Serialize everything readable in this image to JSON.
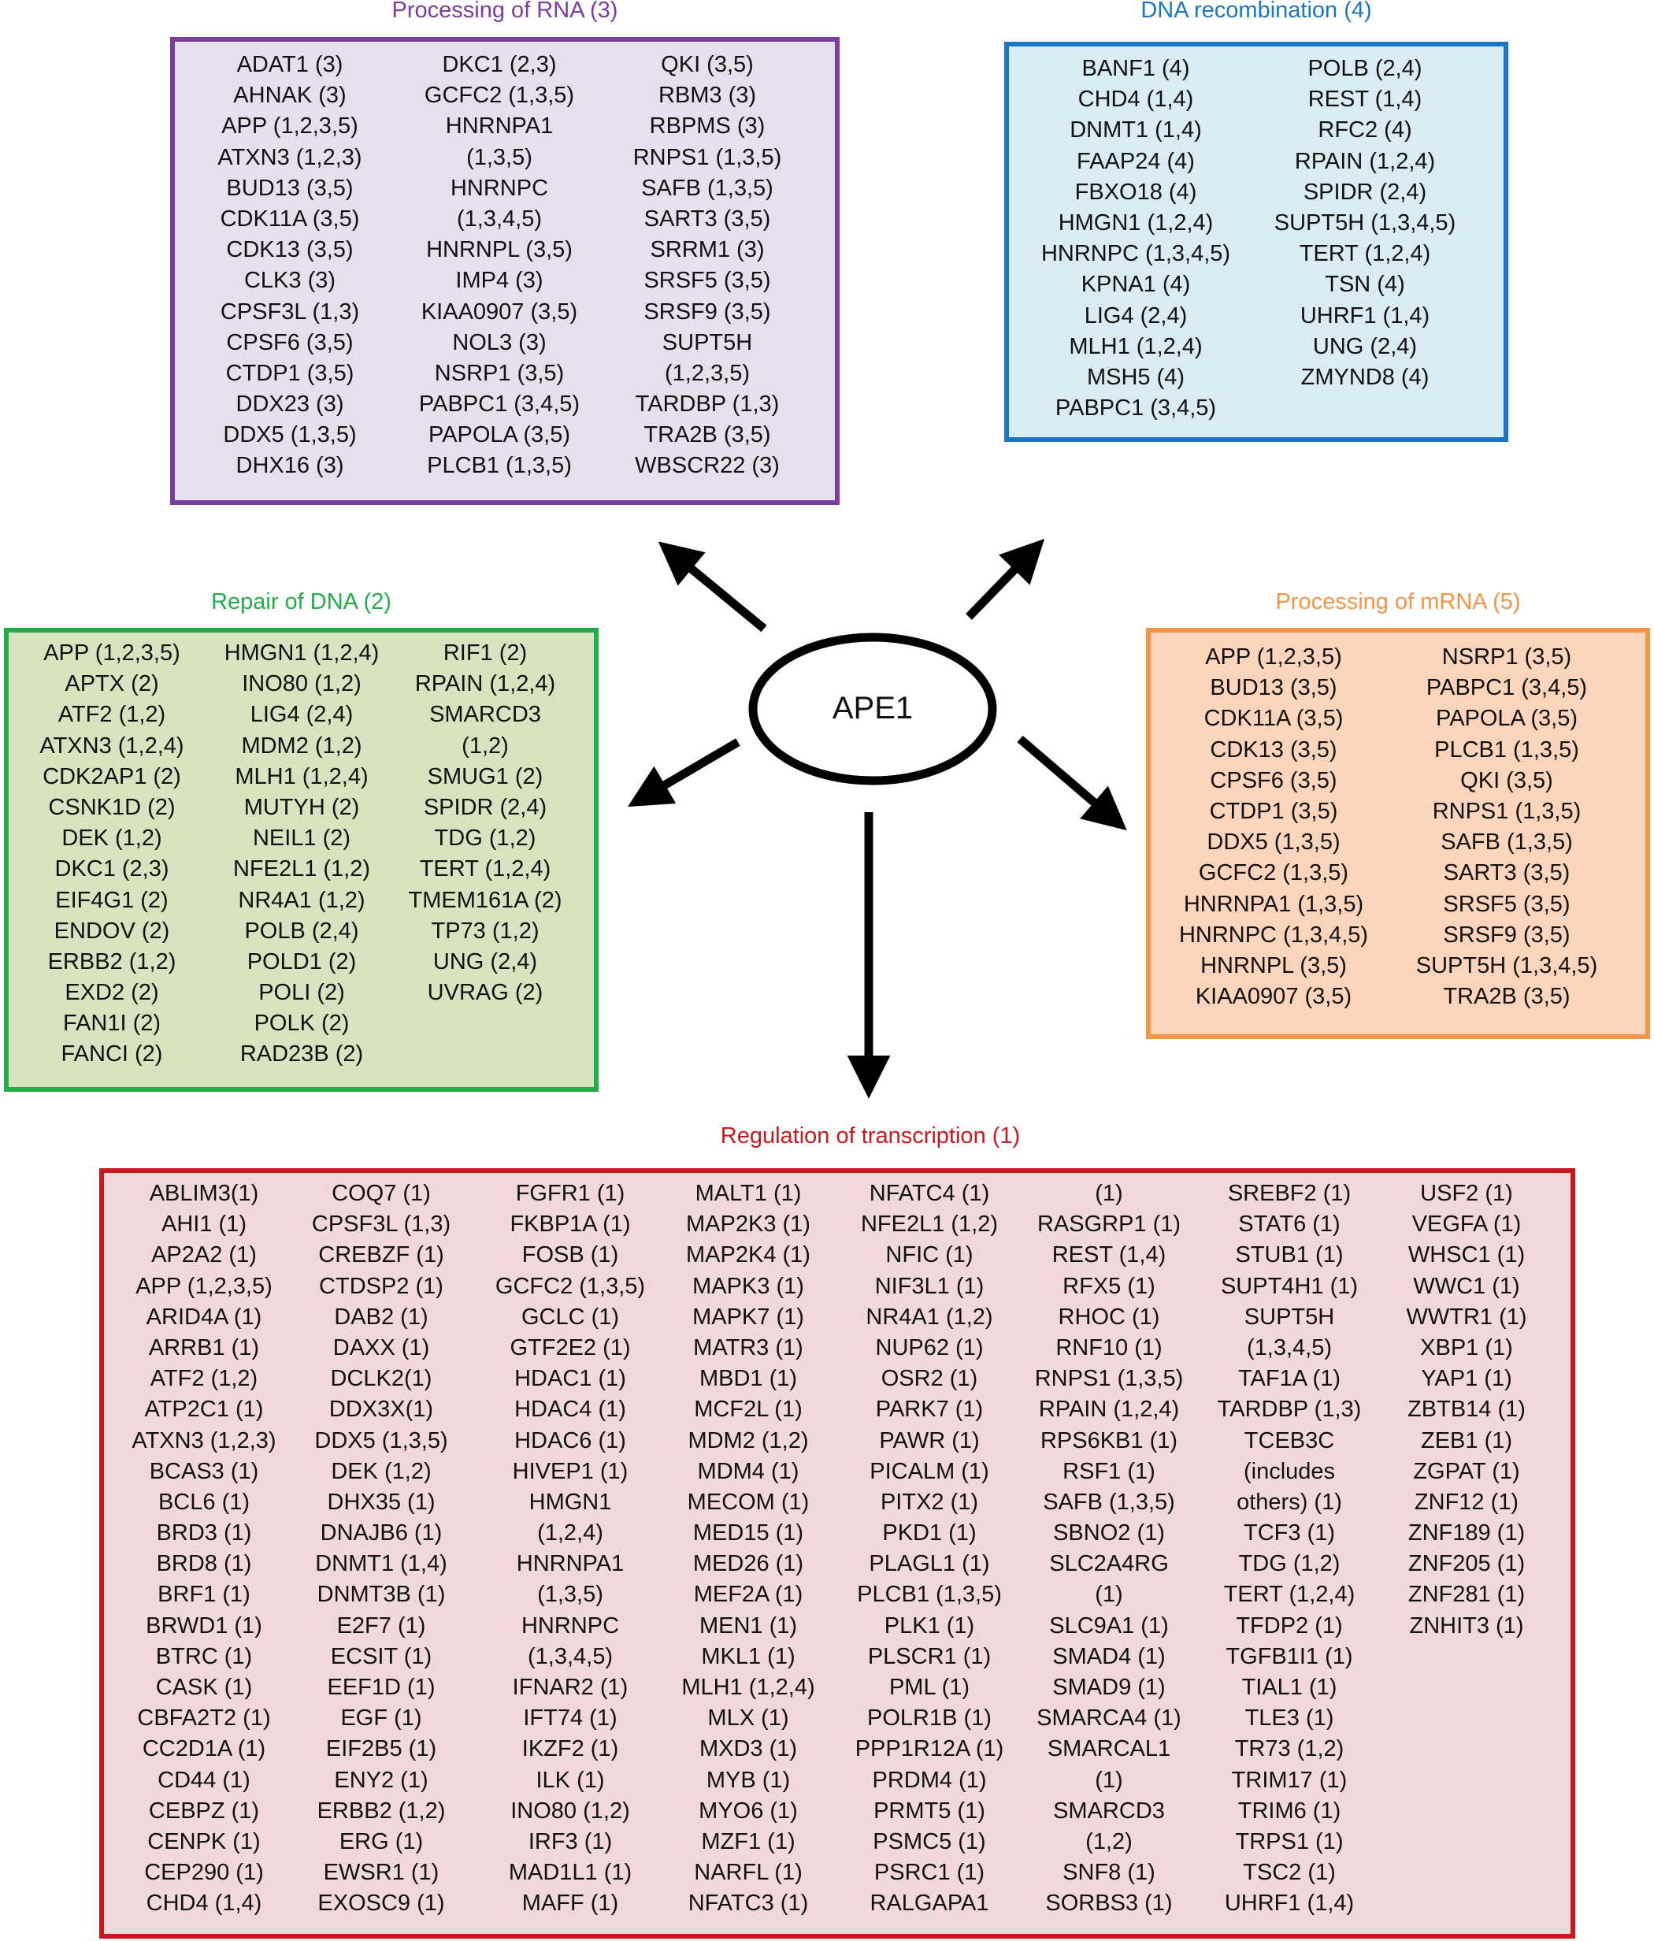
{
  "center": {
    "label": "APE1"
  },
  "colors": {
    "rna": "#7c3ba0",
    "rna_bg": "#e6dfee",
    "recomb": "#1a76c2",
    "recomb_bg": "#d9ecf3",
    "repair": "#21ad4a",
    "repair_bg": "#d8e4c0",
    "mrna": "#f59445",
    "mrna_bg": "#fbd5bb",
    "transc": "#c8181d",
    "transc_bg": "#f1d8da"
  },
  "boxes": {
    "rna": {
      "title": "Processing of RNA (3)",
      "columns": [
        [
          "ADAT1 (3)",
          "AHNAK (3)",
          "APP (1,2,3,5)",
          "ATXN3 (1,2,3)",
          "BUD13 (3,5)",
          "CDK11A (3,5)",
          "CDK13 (3,5)",
          "CLK3 (3)",
          "CPSF3L (1,3)",
          "CPSF6 (3,5)",
          "CTDP1 (3,5)",
          "DDX23 (3)",
          "DDX5 (1,3,5)",
          "DHX16 (3)"
        ],
        [
          "DKC1 (2,3)",
          "GCFC2 (1,3,5)",
          "HNRNPA1",
          "(1,3,5)",
          "HNRNPC",
          "(1,3,4,5)",
          "HNRNPL (3,5)",
          "IMP4 (3)",
          "KIAA0907 (3,5)",
          "NOL3 (3)",
          "NSRP1 (3,5)",
          "PABPC1 (3,4,5)",
          "PAPOLA (3,5)",
          "PLCB1 (1,3,5)"
        ],
        [
          "QKI (3,5)",
          "RBM3 (3)",
          "RBPMS (3)",
          "RNPS1 (1,3,5)",
          "SAFB (1,3,5)",
          "SART3 (3,5)",
          "SRRM1 (3)",
          "SRSF5 (3,5)",
          "SRSF9 (3,5)",
          "SUPT5H",
          "(1,2,3,5)",
          "TARDBP (1,3)",
          "TRA2B (3,5)",
          "WBSCR22 (3)"
        ]
      ]
    },
    "recomb": {
      "title": "DNA recombination (4)",
      "columns": [
        [
          "BANF1 (4)",
          "CHD4 (1,4)",
          "DNMT1 (1,4)",
          "FAAP24 (4)",
          "FBXO18 (4)",
          "HMGN1 (1,2,4)",
          "HNRNPC (1,3,4,5)",
          "KPNA1 (4)",
          "LIG4 (2,4)",
          "MLH1 (1,2,4)",
          "MSH5 (4)",
          "PABPC1 (3,4,5)"
        ],
        [
          "POLB (2,4)",
          "REST (1,4)",
          "RFC2 (4)",
          "RPAIN (1,2,4)",
          "SPIDR (2,4)",
          "SUPT5H (1,3,4,5)",
          "TERT (1,2,4)",
          "TSN (4)",
          "UHRF1 (1,4)",
          "UNG (2,4)",
          "ZMYND8 (4)"
        ]
      ]
    },
    "repair": {
      "title": "Repair of DNA (2)",
      "columns": [
        [
          "APP (1,2,3,5)",
          "APTX (2)",
          "ATF2 (1,2)",
          "ATXN3 (1,2,4)",
          "CDK2AP1 (2)",
          "CSNK1D (2)",
          "DEK (1,2)",
          "DKC1 (2,3)",
          "EIF4G1 (2)",
          "ENDOV (2)",
          "ERBB2 (1,2)",
          "EXD2 (2)",
          "FAN1I (2)",
          "FANCI (2)"
        ],
        [
          "HMGN1 (1,2,4)",
          "INO80 (1,2)",
          "LIG4 (2,4)",
          "MDM2 (1,2)",
          "MLH1 (1,2,4)",
          "MUTYH (2)",
          "NEIL1 (2)",
          "NFE2L1 (1,2)",
          "NR4A1 (1,2)",
          "POLB (2,4)",
          "POLD1 (2)",
          "POLI (2)",
          "POLK (2)",
          "RAD23B (2)"
        ],
        [
          "RIF1 (2)",
          "RPAIN (1,2,4)",
          "SMARCD3",
          "(1,2)",
          "SMUG1 (2)",
          "SPIDR (2,4)",
          "TDG (1,2)",
          "TERT (1,2,4)",
          "TMEM161A (2)",
          "TP73 (1,2)",
          "UNG (2,4)",
          "UVRAG (2)"
        ]
      ]
    },
    "mrna": {
      "title": "Processing of mRNA (5)",
      "columns": [
        [
          "APP (1,2,3,5)",
          "BUD13 (3,5)",
          "CDK11A (3,5)",
          "CDK13 (3,5)",
          "CPSF6 (3,5)",
          "CTDP1 (3,5)",
          "DDX5 (1,3,5)",
          "GCFC2 (1,3,5)",
          "HNRNPA1 (1,3,5)",
          "HNRNPC (1,3,4,5)",
          "HNRNPL (3,5)",
          "KIAA0907 (3,5)"
        ],
        [
          "NSRP1 (3,5)",
          "PABPC1 (3,4,5)",
          "PAPOLA (3,5)",
          "PLCB1 (1,3,5)",
          "QKI (3,5)",
          "RNPS1 (1,3,5)",
          "SAFB (1,3,5)",
          "SART3 (3,5)",
          "SRSF5 (3,5)",
          "SRSF9 (3,5)",
          "SUPT5H (1,3,4,5)",
          "TRA2B (3,5)"
        ]
      ]
    },
    "transc": {
      "title": "Regulation of transcription (1)",
      "columns": [
        [
          "ABLIM3(1)",
          "AHI1 (1)",
          "AP2A2 (1)",
          "APP (1,2,3,5)",
          "ARID4A (1)",
          "ARRB1 (1)",
          "ATF2 (1,2)",
          "ATP2C1 (1)",
          "ATXN3 (1,2,3)",
          "BCAS3 (1)",
          "BCL6 (1)",
          "BRD3 (1)",
          "BRD8 (1)",
          "BRF1 (1)",
          "BRWD1 (1)",
          "BTRC (1)",
          "CASK (1)",
          "CBFA2T2 (1)",
          "CC2D1A (1)",
          "CD44 (1)",
          "CEBPZ (1)",
          "CENPK (1)",
          "CEP290 (1)",
          "CHD4 (1,4)"
        ],
        [
          "COQ7 (1)",
          "CPSF3L (1,3)",
          "CREBZF (1)",
          "CTDSP2 (1)",
          "DAB2 (1)",
          "DAXX (1)",
          "DCLK2(1)",
          "DDX3X(1)",
          "DDX5 (1,3,5)",
          "DEK (1,2)",
          "DHX35 (1)",
          "DNAJB6 (1)",
          "DNMT1 (1,4)",
          "DNMT3B (1)",
          "E2F7 (1)",
          "ECSIT (1)",
          "EEF1D (1)",
          "EGF (1)",
          "EIF2B5 (1)",
          "ENY2 (1)",
          "ERBB2 (1,2)",
          "ERG (1)",
          "EWSR1 (1)",
          "EXOSC9 (1)"
        ],
        [
          "FGFR1 (1)",
          "FKBP1A (1)",
          "FOSB (1)",
          "GCFC2 (1,3,5)",
          "GCLC (1)",
          "GTF2E2 (1)",
          "HDAC1 (1)",
          "HDAC4 (1)",
          "HDAC6 (1)",
          "HIVEP1 (1)",
          "HMGN1",
          "(1,2,4)",
          "HNRNPA1",
          "(1,3,5)",
          "HNRNPC",
          "(1,3,4,5)",
          "IFNAR2 (1)",
          "IFT74 (1)",
          "IKZF2 (1)",
          "ILK (1)",
          "INO80 (1,2)",
          "IRF3 (1)",
          "MAD1L1 (1)",
          "MAFF (1)"
        ],
        [
          "MALT1 (1)",
          "MAP2K3 (1)",
          "MAP2K4 (1)",
          "MAPK3 (1)",
          "MAPK7 (1)",
          "MATR3 (1)",
          "MBD1 (1)",
          "MCF2L (1)",
          "MDM2 (1,2)",
          "MDM4 (1)",
          "MECOM (1)",
          "MED15 (1)",
          "MED26 (1)",
          "MEF2A (1)",
          "MEN1 (1)",
          "MKL1 (1)",
          "MLH1 (1,2,4)",
          "MLX (1)",
          "MXD3 (1)",
          "MYB (1)",
          "MYO6 (1)",
          "MZF1 (1)",
          "NARFL (1)",
          "NFATC3 (1)"
        ],
        [
          "NFATC4 (1)",
          "NFE2L1 (1,2)",
          "NFIC (1)",
          "NIF3L1 (1)",
          "NR4A1 (1,2)",
          "NUP62 (1)",
          "OSR2 (1)",
          "PARK7 (1)",
          "PAWR (1)",
          "PICALM (1)",
          "PITX2 (1)",
          "PKD1 (1)",
          "PLAGL1 (1)",
          "PLCB1 (1,3,5)",
          "PLK1 (1)",
          "PLSCR1 (1)",
          "PML (1)",
          "POLR1B (1)",
          "PPP1R12A (1)",
          "PRDM4 (1)",
          "PRMT5 (1)",
          "PSMC5 (1)",
          "PSRC1 (1)",
          "RALGAPA1"
        ],
        [
          "(1)",
          "RASGRP1 (1)",
          "REST (1,4)",
          "RFX5 (1)",
          "RHOC (1)",
          "RNF10 (1)",
          "RNPS1 (1,3,5)",
          "RPAIN (1,2,4)",
          "RPS6KB1 (1)",
          "RSF1 (1)",
          "SAFB (1,3,5)",
          "SBNO2 (1)",
          "SLC2A4RG",
          "(1)",
          "SLC9A1 (1)",
          "SMAD4 (1)",
          "SMAD9 (1)",
          "SMARCA4 (1)",
          "SMARCAL1",
          "(1)",
          "SMARCD3",
          "(1,2)",
          "SNF8 (1)",
          "SORBS3 (1)"
        ],
        [
          "SREBF2 (1)",
          "STAT6 (1)",
          "STUB1 (1)",
          "SUPT4H1 (1)",
          "SUPT5H",
          "(1,3,4,5)",
          "TAF1A (1)",
          "TARDBP (1,3)",
          "TCEB3C",
          "(includes",
          "others) (1)",
          "TCF3 (1)",
          "TDG (1,2)",
          "TERT (1,2,4)",
          "TFDP2 (1)",
          "TGFB1I1 (1)",
          "TIAL1 (1)",
          "TLE3 (1)",
          "TR73 (1,2)",
          "TRIM17 (1)",
          "TRIM6 (1)",
          "TRPS1 (1)",
          "TSC2 (1)",
          "UHRF1 (1,4)"
        ],
        [
          "USF2 (1)",
          "VEGFA (1)",
          "WHSC1 (1)",
          "WWC1 (1)",
          "WWTR1 (1)",
          "XBP1 (1)",
          "YAP1 (1)",
          "ZBTB14 (1)",
          "ZEB1 (1)",
          "ZGPAT (1)",
          "ZNF12 (1)",
          "ZNF189 (1)",
          "ZNF205 (1)",
          "ZNF281 (1)",
          "ZNHIT3 (1)"
        ]
      ]
    }
  }
}
